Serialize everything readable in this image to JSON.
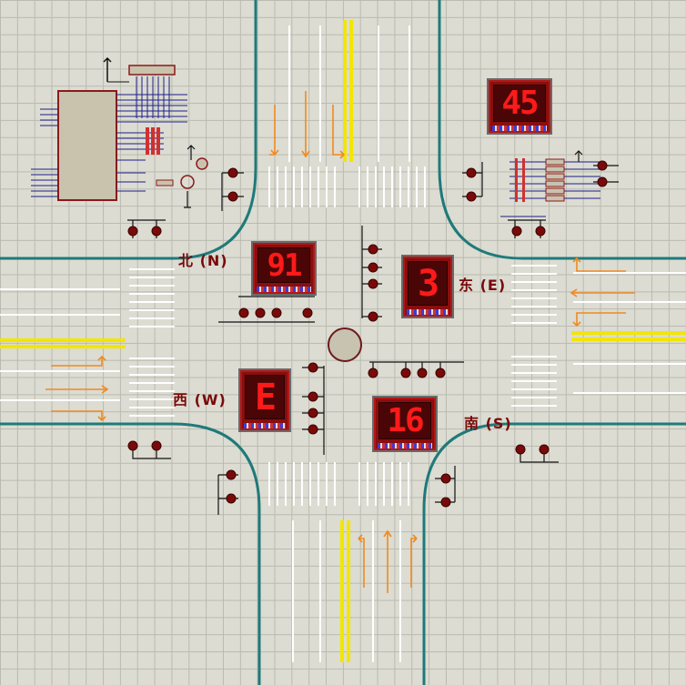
{
  "directions": {
    "north": "北 (N)",
    "east": "东 (E)",
    "west": "西 (W)",
    "south": "南 (S)"
  },
  "displays": {
    "north": "91",
    "east": "3",
    "west": "E",
    "south": "16",
    "corner": "45"
  },
  "colors": {
    "board": "#dcdcd2",
    "road_edge": "#1f7a7a",
    "center_line": "#f2e600",
    "lane_arrow": "#f08a1e",
    "led_red": "#ff1a1a",
    "display_body": "#8a0e0e",
    "label": "#7a0a0a"
  }
}
